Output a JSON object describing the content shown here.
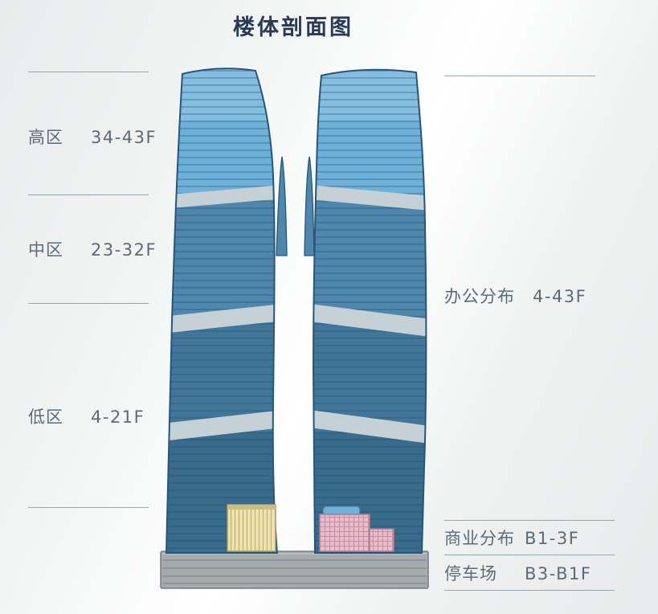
{
  "title": "楼体剖面图",
  "left_zones": [
    {
      "name": "高区",
      "floors": "34-43F"
    },
    {
      "name": "中区",
      "floors": "23-32F"
    },
    {
      "name": "低区",
      "floors": "4-21F"
    }
  ],
  "right_labels": {
    "office": {
      "name": "办公分布",
      "floors": "4-43F"
    },
    "commerce": {
      "name": "商业分布",
      "floors": "B1-3F"
    },
    "parking": {
      "name": "停车场",
      "floors": "B3-B1F"
    }
  },
  "colors": {
    "tower_light": "#85bde0",
    "tower_top": "#6fb0d8",
    "tower_mid": "#4e86ac",
    "tower_low": "#41769a",
    "tower_deep": "#3a6b8d",
    "band": "#c6d0d7",
    "fin": "#4e86ac",
    "podium_yellow": "#eee2b0",
    "podium_pink": "#e8bcc8",
    "podium_cap": "#6fb0d8",
    "platform": "#a6abae",
    "title_text": "#2a3a55",
    "label_text": "#5b6b78"
  }
}
